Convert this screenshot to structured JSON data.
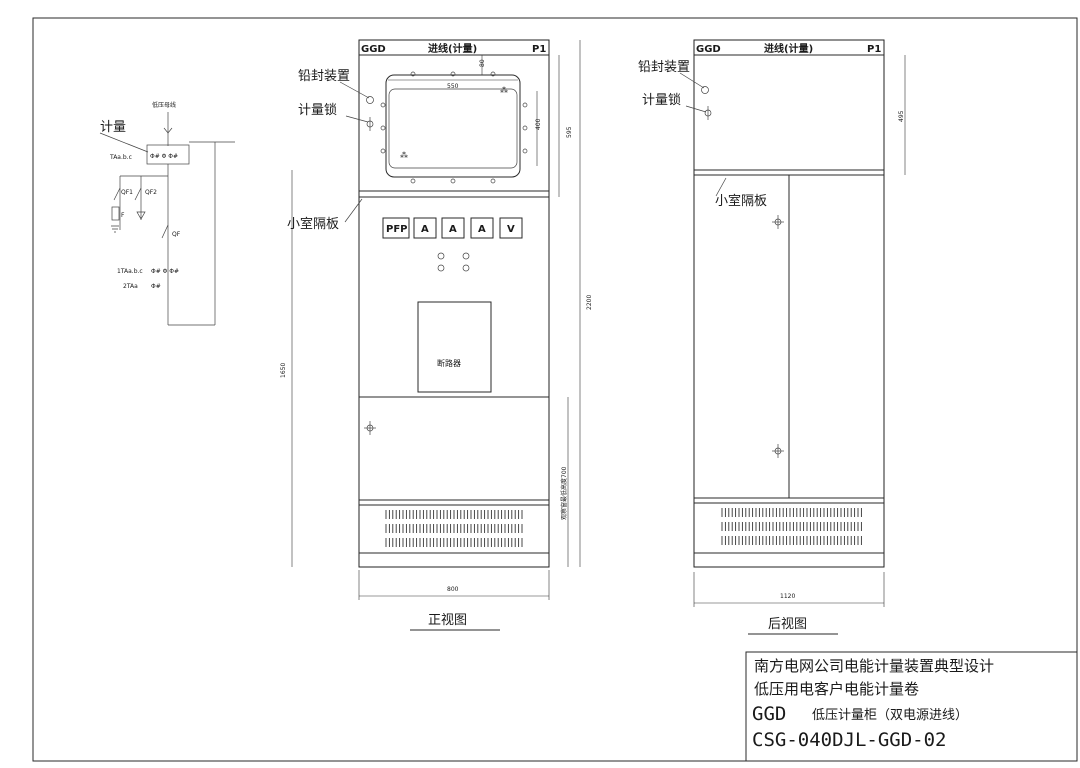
{
  "single_line": {
    "busbar_label": "低压母线",
    "metering_label": "计量",
    "ct_label": "TAa.b.c",
    "qf1_label": "QF1",
    "qf2_label": "QF2",
    "f_label": "F",
    "qf_label": "QF",
    "ct1_label": "1TAa.b.c",
    "ct2_label": "2TAa"
  },
  "front_view": {
    "header_left": "GGD",
    "header_center": "进线(计量)",
    "header_right": "P1",
    "seal_label": "铅封装置",
    "lock_label": "计量锁",
    "partition_label": "小室隔板",
    "meters": [
      "PFP",
      "A",
      "A",
      "A",
      "V"
    ],
    "breaker_label": "断路器",
    "dim_80": "80",
    "dim_550": "550",
    "dim_400": "400",
    "dim_595": "595",
    "dim_2200": "2200",
    "dim_1650": "1650",
    "dim_700": "观察窗最低高度700",
    "dim_800": "800",
    "caption": "正视图"
  },
  "back_view": {
    "header_left": "GGD",
    "header_center": "进线(计量)",
    "header_right": "P1",
    "seal_label": "铅封装置",
    "lock_label": "计量锁",
    "partition_label": "小室隔板",
    "dim_495": "495",
    "dim_1120": "1120",
    "caption": "后视图"
  },
  "title_block": {
    "line1": "南方电网公司电能计量装置典型设计",
    "line2": "低压用电客户电能计量卷",
    "line3_prefix": "GGD",
    "line3_rest": "低压计量柜（双电源进线）",
    "code": "CSG-040DJL-GGD-02"
  }
}
